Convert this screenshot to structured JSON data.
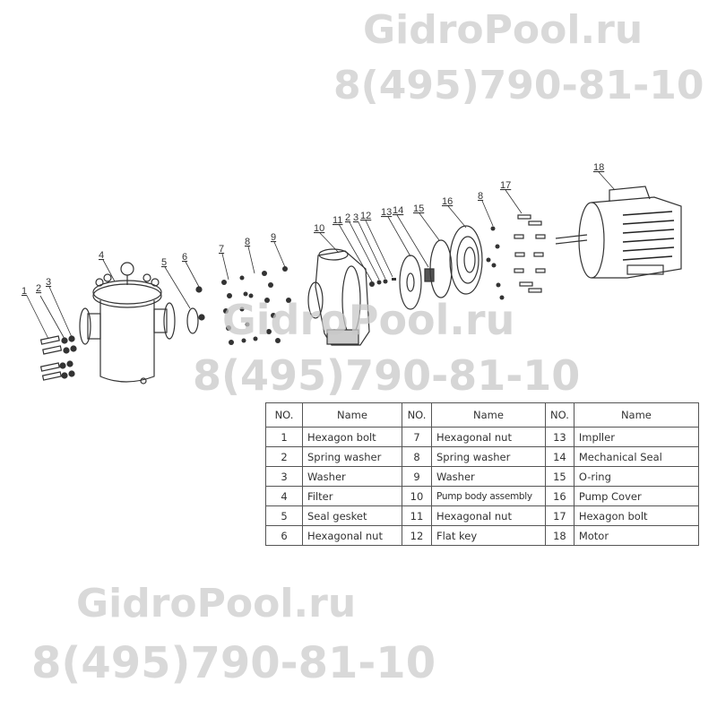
{
  "watermark": {
    "site": "GidroPool.ru",
    "phone": "8(495)790-81-10"
  },
  "diagram": {
    "callouts": [
      "1",
      "2",
      "3",
      "4",
      "5",
      "6",
      "7",
      "8",
      "9",
      "10",
      "11",
      "2",
      "3",
      "12",
      "13",
      "14",
      "15",
      "16",
      "8",
      "17",
      "18"
    ]
  },
  "table": {
    "headers": {
      "no": "NO.",
      "name": "Name"
    },
    "columns": [
      [
        {
          "no": "1",
          "name": "Hexagon bolt"
        },
        {
          "no": "2",
          "name": "Spring washer"
        },
        {
          "no": "3",
          "name": "Washer"
        },
        {
          "no": "4",
          "name": "Filter"
        },
        {
          "no": "5",
          "name": "Seal gesket"
        },
        {
          "no": "6",
          "name": "Hexagonal nut"
        }
      ],
      [
        {
          "no": "7",
          "name": "Hexagonal nut"
        },
        {
          "no": "8",
          "name": "Spring washer"
        },
        {
          "no": "9",
          "name": "Washer"
        },
        {
          "no": "10",
          "name": "Pump body assembly"
        },
        {
          "no": "11",
          "name": "Hexagonal nut"
        },
        {
          "no": "12",
          "name": "Flat key"
        }
      ],
      [
        {
          "no": "13",
          "name": "Impller"
        },
        {
          "no": "14",
          "name": "Mechanical Seal"
        },
        {
          "no": "15",
          "name": "O-ring"
        },
        {
          "no": "16",
          "name": "Pump Cover"
        },
        {
          "no": "17",
          "name": "Hexagon bolt"
        },
        {
          "no": "18",
          "name": "Motor"
        }
      ]
    ]
  }
}
